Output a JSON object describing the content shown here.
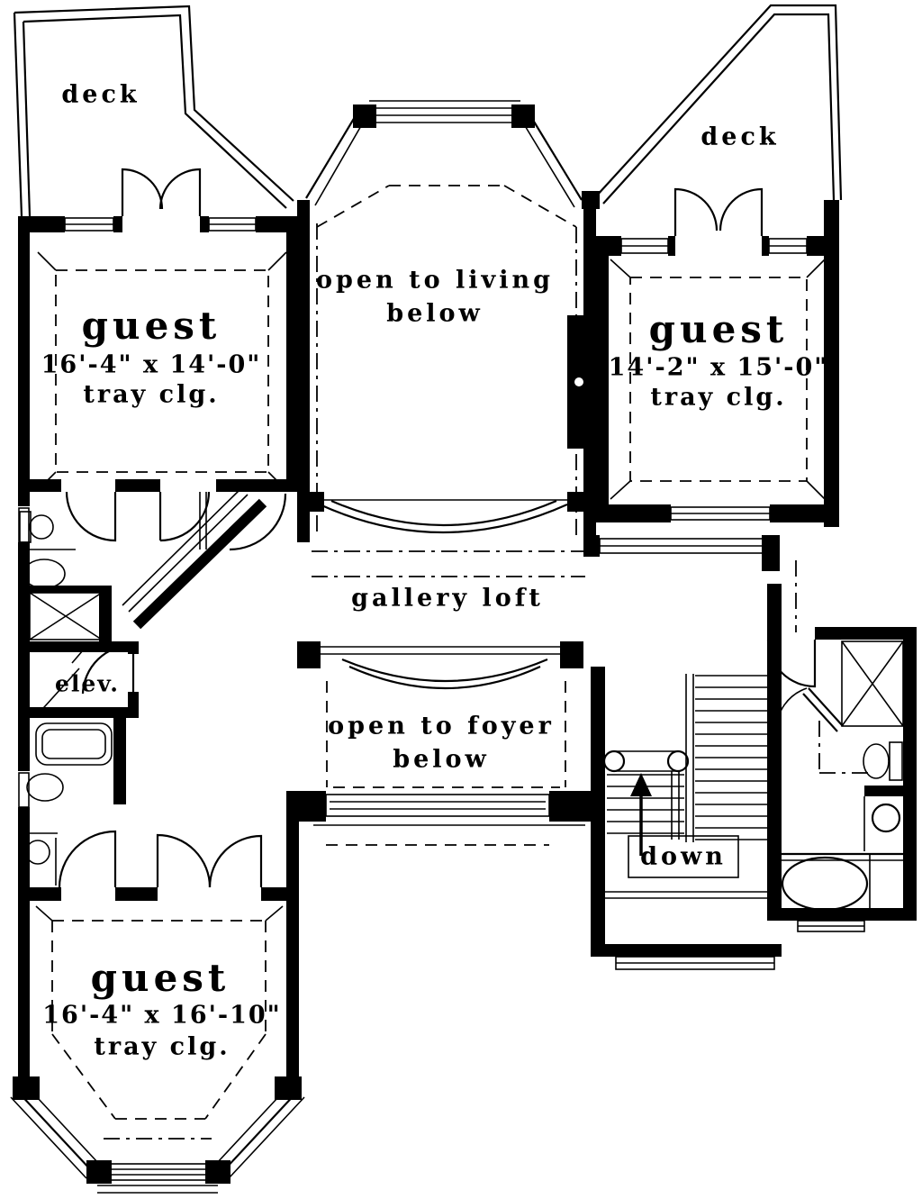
{
  "document": {
    "kind": "architectural floor plan (second floor)",
    "colors": {
      "ink": "#000000",
      "paper": "#ffffff"
    }
  },
  "rooms": {
    "deck_left": {
      "label": "deck"
    },
    "deck_right": {
      "label": "deck"
    },
    "guest_upper_left": {
      "label": "guest",
      "dimensions": "16'-4\" x 14'-0\"",
      "ceiling": "tray clg."
    },
    "guest_right": {
      "label": "guest",
      "dimensions": "14'-2\" x 15'-0\"",
      "ceiling": "tray clg."
    },
    "guest_lower_left": {
      "label": "guest",
      "dimensions": "16'-4\" x 16'-10\"",
      "ceiling": "tray  clg."
    },
    "open_living": {
      "line1": "open to living",
      "line2": "below"
    },
    "gallery_loft": {
      "label": "gallery loft"
    },
    "open_foyer": {
      "line1": "open to foyer",
      "line2": "below"
    },
    "elevator": {
      "label": "elev."
    },
    "staircase": {
      "label": "down"
    }
  }
}
